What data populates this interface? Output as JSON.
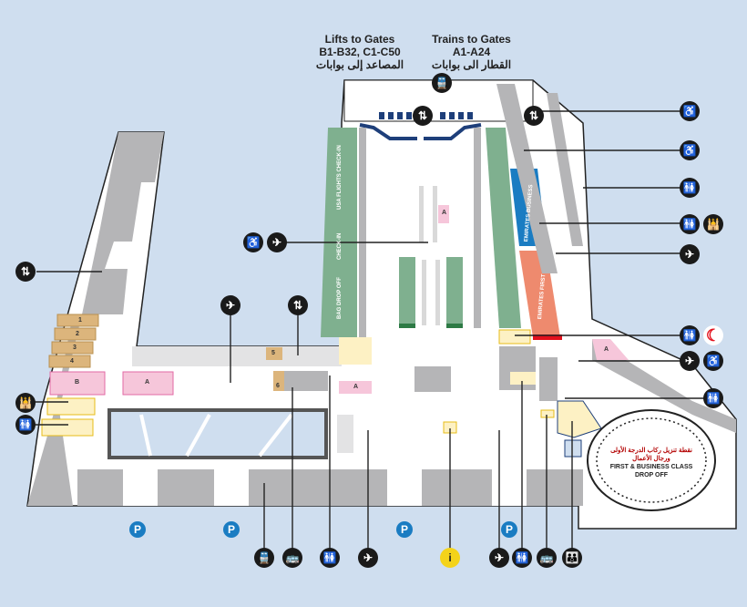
{
  "map": {
    "title": "Airport Terminal Departures Map",
    "headers": {
      "lifts": {
        "line1": "Lifts to Gates",
        "line2": "B1-B32, C1-C50",
        "line3": "المصاعد إلى بوابات"
      },
      "trains": {
        "line1": "Trains to Gates",
        "line2": "A1-A24",
        "line3": "القطار الى بوابات"
      }
    },
    "checkin_labels": {
      "usa": "USA FLIGHTS CHECK-IN",
      "checkin": "CHECK-IN",
      "bag_drop": "BAG DROP OFF",
      "emirates_business": "EMIRATES BUSINESS",
      "emirates_first": "EMIRATES FIRST"
    },
    "zone_labels": {
      "tan_counters": [
        "1",
        "2",
        "3",
        "4",
        "5",
        "6"
      ],
      "pink": [
        "A",
        "B",
        "A",
        "A",
        "A"
      ]
    },
    "dropoff": {
      "arabic": "نقطة تنزيل ركاب الدرجة الأولى ورجال الأعمال",
      "english_line1": "FIRST & BUSINESS CLASS",
      "english_line2": "DROP OFF"
    },
    "colors": {
      "background": "#cfdeef",
      "floor": "#ffffff",
      "wall": "#b5b5b7",
      "checkin_green": "#7fb08f",
      "business_blue": "#1a7cc2",
      "first_salmon": "#ee8a6e",
      "restroom_yellow": "#fdf1c4",
      "pink_zone": "#f6c6da",
      "tan_counter": "#dcb57c",
      "parking_blue": "#1a7cc2",
      "info_yellow": "#f4d31a"
    },
    "icons": {
      "top": [
        {
          "name": "train-icon",
          "glyph": "🚆"
        },
        {
          "name": "lift-icon",
          "glyph": "⇅"
        },
        {
          "name": "lift-icon",
          "glyph": "⇅"
        }
      ],
      "right": [
        {
          "name": "stroller-icon",
          "glyph": "♿"
        },
        {
          "name": "stroller-icon",
          "glyph": "♿"
        },
        {
          "name": "restroom-icon",
          "glyph": "🚻"
        },
        {
          "name": "restroom-icon",
          "glyph": "🚻"
        },
        {
          "name": "prayer-room-icon",
          "glyph": "🕌"
        },
        {
          "name": "flight-connections-icon",
          "glyph": "✈"
        },
        {
          "name": "restroom-icon",
          "glyph": "🚻"
        },
        {
          "name": "medical-crescent-icon",
          "glyph": "☾"
        },
        {
          "name": "flight-connections-icon",
          "glyph": "✈"
        },
        {
          "name": "stroller-icon",
          "glyph": "♿"
        },
        {
          "name": "restroom-icon",
          "glyph": "🚻"
        }
      ],
      "left": [
        {
          "name": "lift-icon",
          "glyph": "⇅"
        },
        {
          "name": "prayer-room-icon",
          "glyph": "🕌"
        },
        {
          "name": "restroom-icon",
          "glyph": "🚻"
        }
      ],
      "center": [
        {
          "name": "stroller-icon",
          "glyph": "♿"
        },
        {
          "name": "flight-connections-icon",
          "glyph": "✈"
        },
        {
          "name": "flight-connections-icon",
          "glyph": "✈"
        },
        {
          "name": "lift-icon",
          "glyph": "⇅"
        }
      ],
      "bottom": [
        {
          "name": "train-icon",
          "glyph": "🚆"
        },
        {
          "name": "bus-icon",
          "glyph": "🚌"
        },
        {
          "name": "restroom-icon",
          "glyph": "🚻"
        },
        {
          "name": "flight-connections-icon",
          "glyph": "✈"
        },
        {
          "name": "information-icon",
          "glyph": "i"
        },
        {
          "name": "flight-connections-icon",
          "glyph": "✈"
        },
        {
          "name": "restroom-icon",
          "glyph": "🚻"
        },
        {
          "name": "bus-icon",
          "glyph": "🚌"
        },
        {
          "name": "family-restroom-icon",
          "glyph": "👪"
        }
      ],
      "parking": {
        "glyph": "P",
        "count": 4
      }
    }
  }
}
